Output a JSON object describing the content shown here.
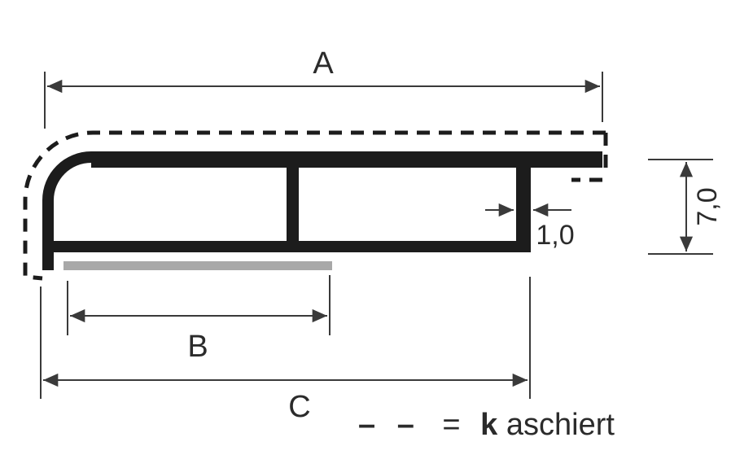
{
  "diagram": {
    "colors": {
      "profile": "#1c1c1c",
      "dimension": "#3a3a3a",
      "tape": "#a8a8a8",
      "background": "#ffffff"
    },
    "dimensions": {
      "width_label": "A",
      "tape_label": "B",
      "base_label": "C",
      "height_value": "7,0",
      "wall_value": "1,0"
    },
    "legend": {
      "dashes": "– –",
      "equals": "=",
      "bold_part": "k",
      "rest_part": "aschiert"
    }
  }
}
